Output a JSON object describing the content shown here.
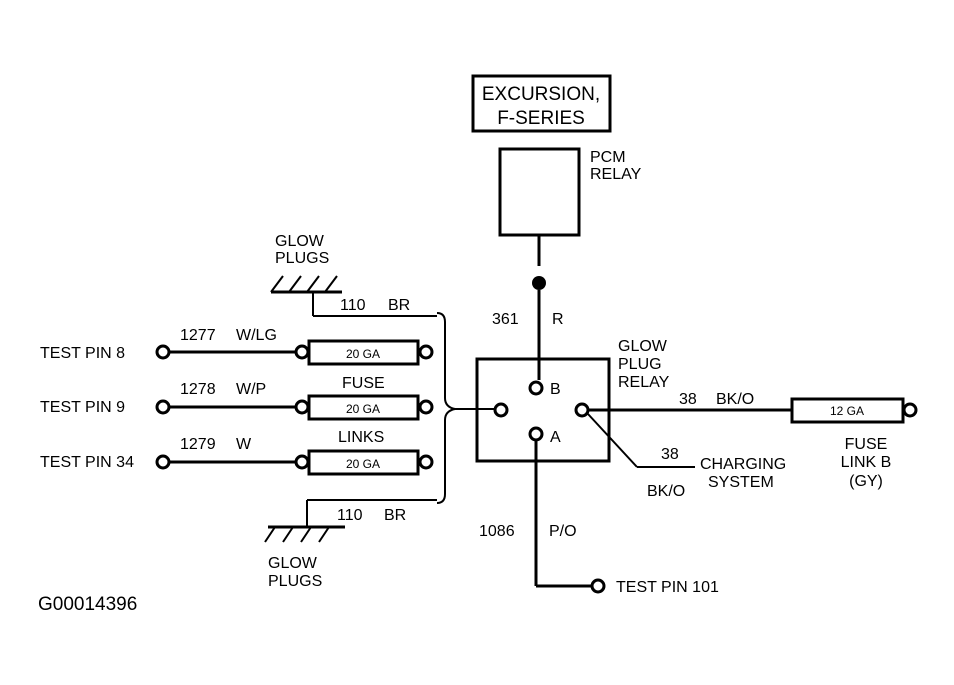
{
  "header": {
    "model_line1": "EXCURSION,",
    "model_line2": "F-SERIES"
  },
  "pcm_relay": {
    "line1": "PCM",
    "line2": "RELAY"
  },
  "glow_plugs_top": {
    "line1": "GLOW",
    "line2": "PLUGS",
    "circuit": "110",
    "color": "BR"
  },
  "glow_plugs_bottom": {
    "line1": "GLOW",
    "line2": "PLUGS",
    "circuit": "110",
    "color": "BR"
  },
  "test_pins": [
    {
      "label": "TEST PIN 8",
      "circuit": "1277",
      "color": "W/LG",
      "fuse": "20 GA"
    },
    {
      "label": "TEST PIN 9",
      "circuit": "1278",
      "color": "W/P",
      "fuse": "20 GA"
    },
    {
      "label": "TEST PIN 34",
      "circuit": "1279",
      "color": "W",
      "fuse": "20 GA"
    }
  ],
  "fuse_links_label": {
    "line1": "FUSE",
    "line2": "LINKS"
  },
  "relay_feed": {
    "circuit": "361",
    "color": "R"
  },
  "glow_plug_relay": {
    "line1": "GLOW",
    "line2": "PLUG",
    "line3": "RELAY",
    "terminal_b": "B",
    "terminal_a": "A"
  },
  "output_wire": {
    "circuit": "38",
    "color": "BK/O"
  },
  "fuse_link_b": {
    "gauge": "12 GA",
    "line1": "FUSE",
    "line2": "LINK B",
    "line3": "(GY)"
  },
  "charging_branch": {
    "circuit": "38",
    "color": "BK/O",
    "line1": "CHARGING",
    "line2": "SYSTEM"
  },
  "test_pin_101": {
    "circuit": "1086",
    "color": "P/O",
    "label": "TEST PIN 101"
  },
  "figure_id": "G00014396"
}
